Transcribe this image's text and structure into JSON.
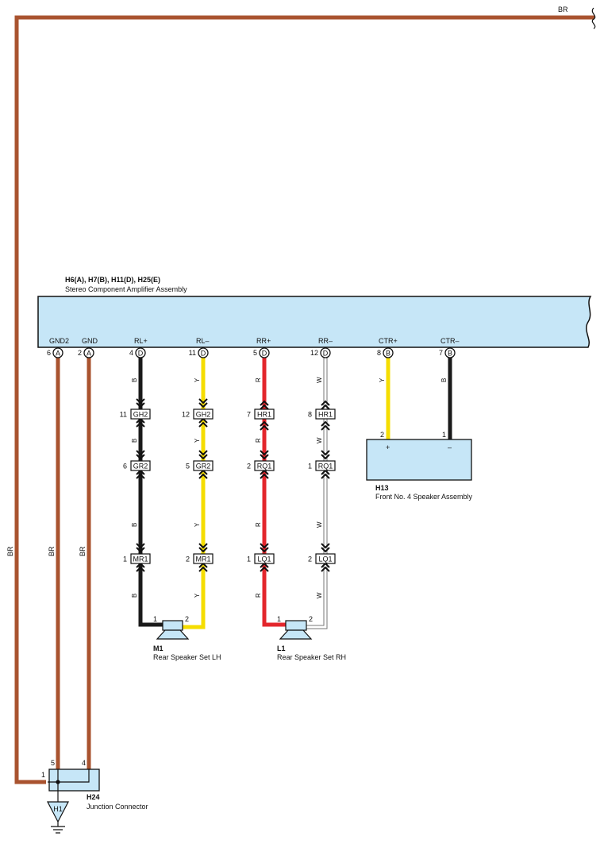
{
  "colors": {
    "BR": "#a9532f",
    "B": "#1a1a1a",
    "Y": "#f5dd00",
    "R": "#e3262c",
    "W": "#ffffff",
    "component_fill": "#c6e6f7"
  },
  "amplifier": {
    "connector_label": "H6(A), H7(B), H11(D), H25(E)",
    "name": "Stereo Component Amplifier Assembly",
    "terminals": [
      {
        "label": "GND2",
        "pin": "6",
        "conn": "A"
      },
      {
        "label": "GND",
        "pin": "2",
        "conn": "A"
      },
      {
        "label": "RL+",
        "pin": "4",
        "conn": "D"
      },
      {
        "label": "RL–",
        "pin": "11",
        "conn": "D"
      },
      {
        "label": "RR+",
        "pin": "5",
        "conn": "D"
      },
      {
        "label": "RR–",
        "pin": "12",
        "conn": "D"
      },
      {
        "label": "CTR+",
        "pin": "8",
        "conn": "B"
      },
      {
        "label": "CTR–",
        "pin": "7",
        "conn": "B"
      }
    ]
  },
  "top_wire_label": "BR",
  "wire_labels": {
    "left_br": "BR",
    "gnd2_br": "BR",
    "gnd_br": "BR",
    "rlp": "B",
    "rlm": "Y",
    "rrp": "R",
    "rrm": "W",
    "ctrp": "Y",
    "ctrm": "B"
  },
  "inline_connectors": {
    "rlp": [
      {
        "pin": "11",
        "name": "GH2"
      },
      {
        "pin": "6",
        "name": "GR2"
      },
      {
        "pin": "1",
        "name": "MR1"
      }
    ],
    "rlm": [
      {
        "pin": "12",
        "name": "GH2"
      },
      {
        "pin": "5",
        "name": "GR2"
      },
      {
        "pin": "2",
        "name": "MR1"
      }
    ],
    "rrp": [
      {
        "pin": "7",
        "name": "HR1"
      },
      {
        "pin": "2",
        "name": "RQ1"
      },
      {
        "pin": "1",
        "name": "LQ1"
      }
    ],
    "rrm": [
      {
        "pin": "8",
        "name": "HR1"
      },
      {
        "pin": "1",
        "name": "RQ1"
      },
      {
        "pin": "2",
        "name": "LQ1"
      }
    ]
  },
  "speaker_m1": {
    "id": "M1",
    "name": "Rear Speaker Set LH",
    "pin1": "1",
    "pin2": "2"
  },
  "speaker_l1": {
    "id": "L1",
    "name": "Rear Speaker Set RH",
    "pin1": "1",
    "pin2": "2"
  },
  "speaker_h13": {
    "id": "H13",
    "name": "Front No.  4 Speaker Assembly",
    "pin_plus": "2",
    "pin_minus": "1",
    "plus": "+",
    "minus": "–"
  },
  "junction": {
    "id": "H24",
    "name": "Junction Connector",
    "pin1": "1",
    "pin5": "5",
    "pin4": "4"
  },
  "ground": {
    "id": "H1"
  }
}
